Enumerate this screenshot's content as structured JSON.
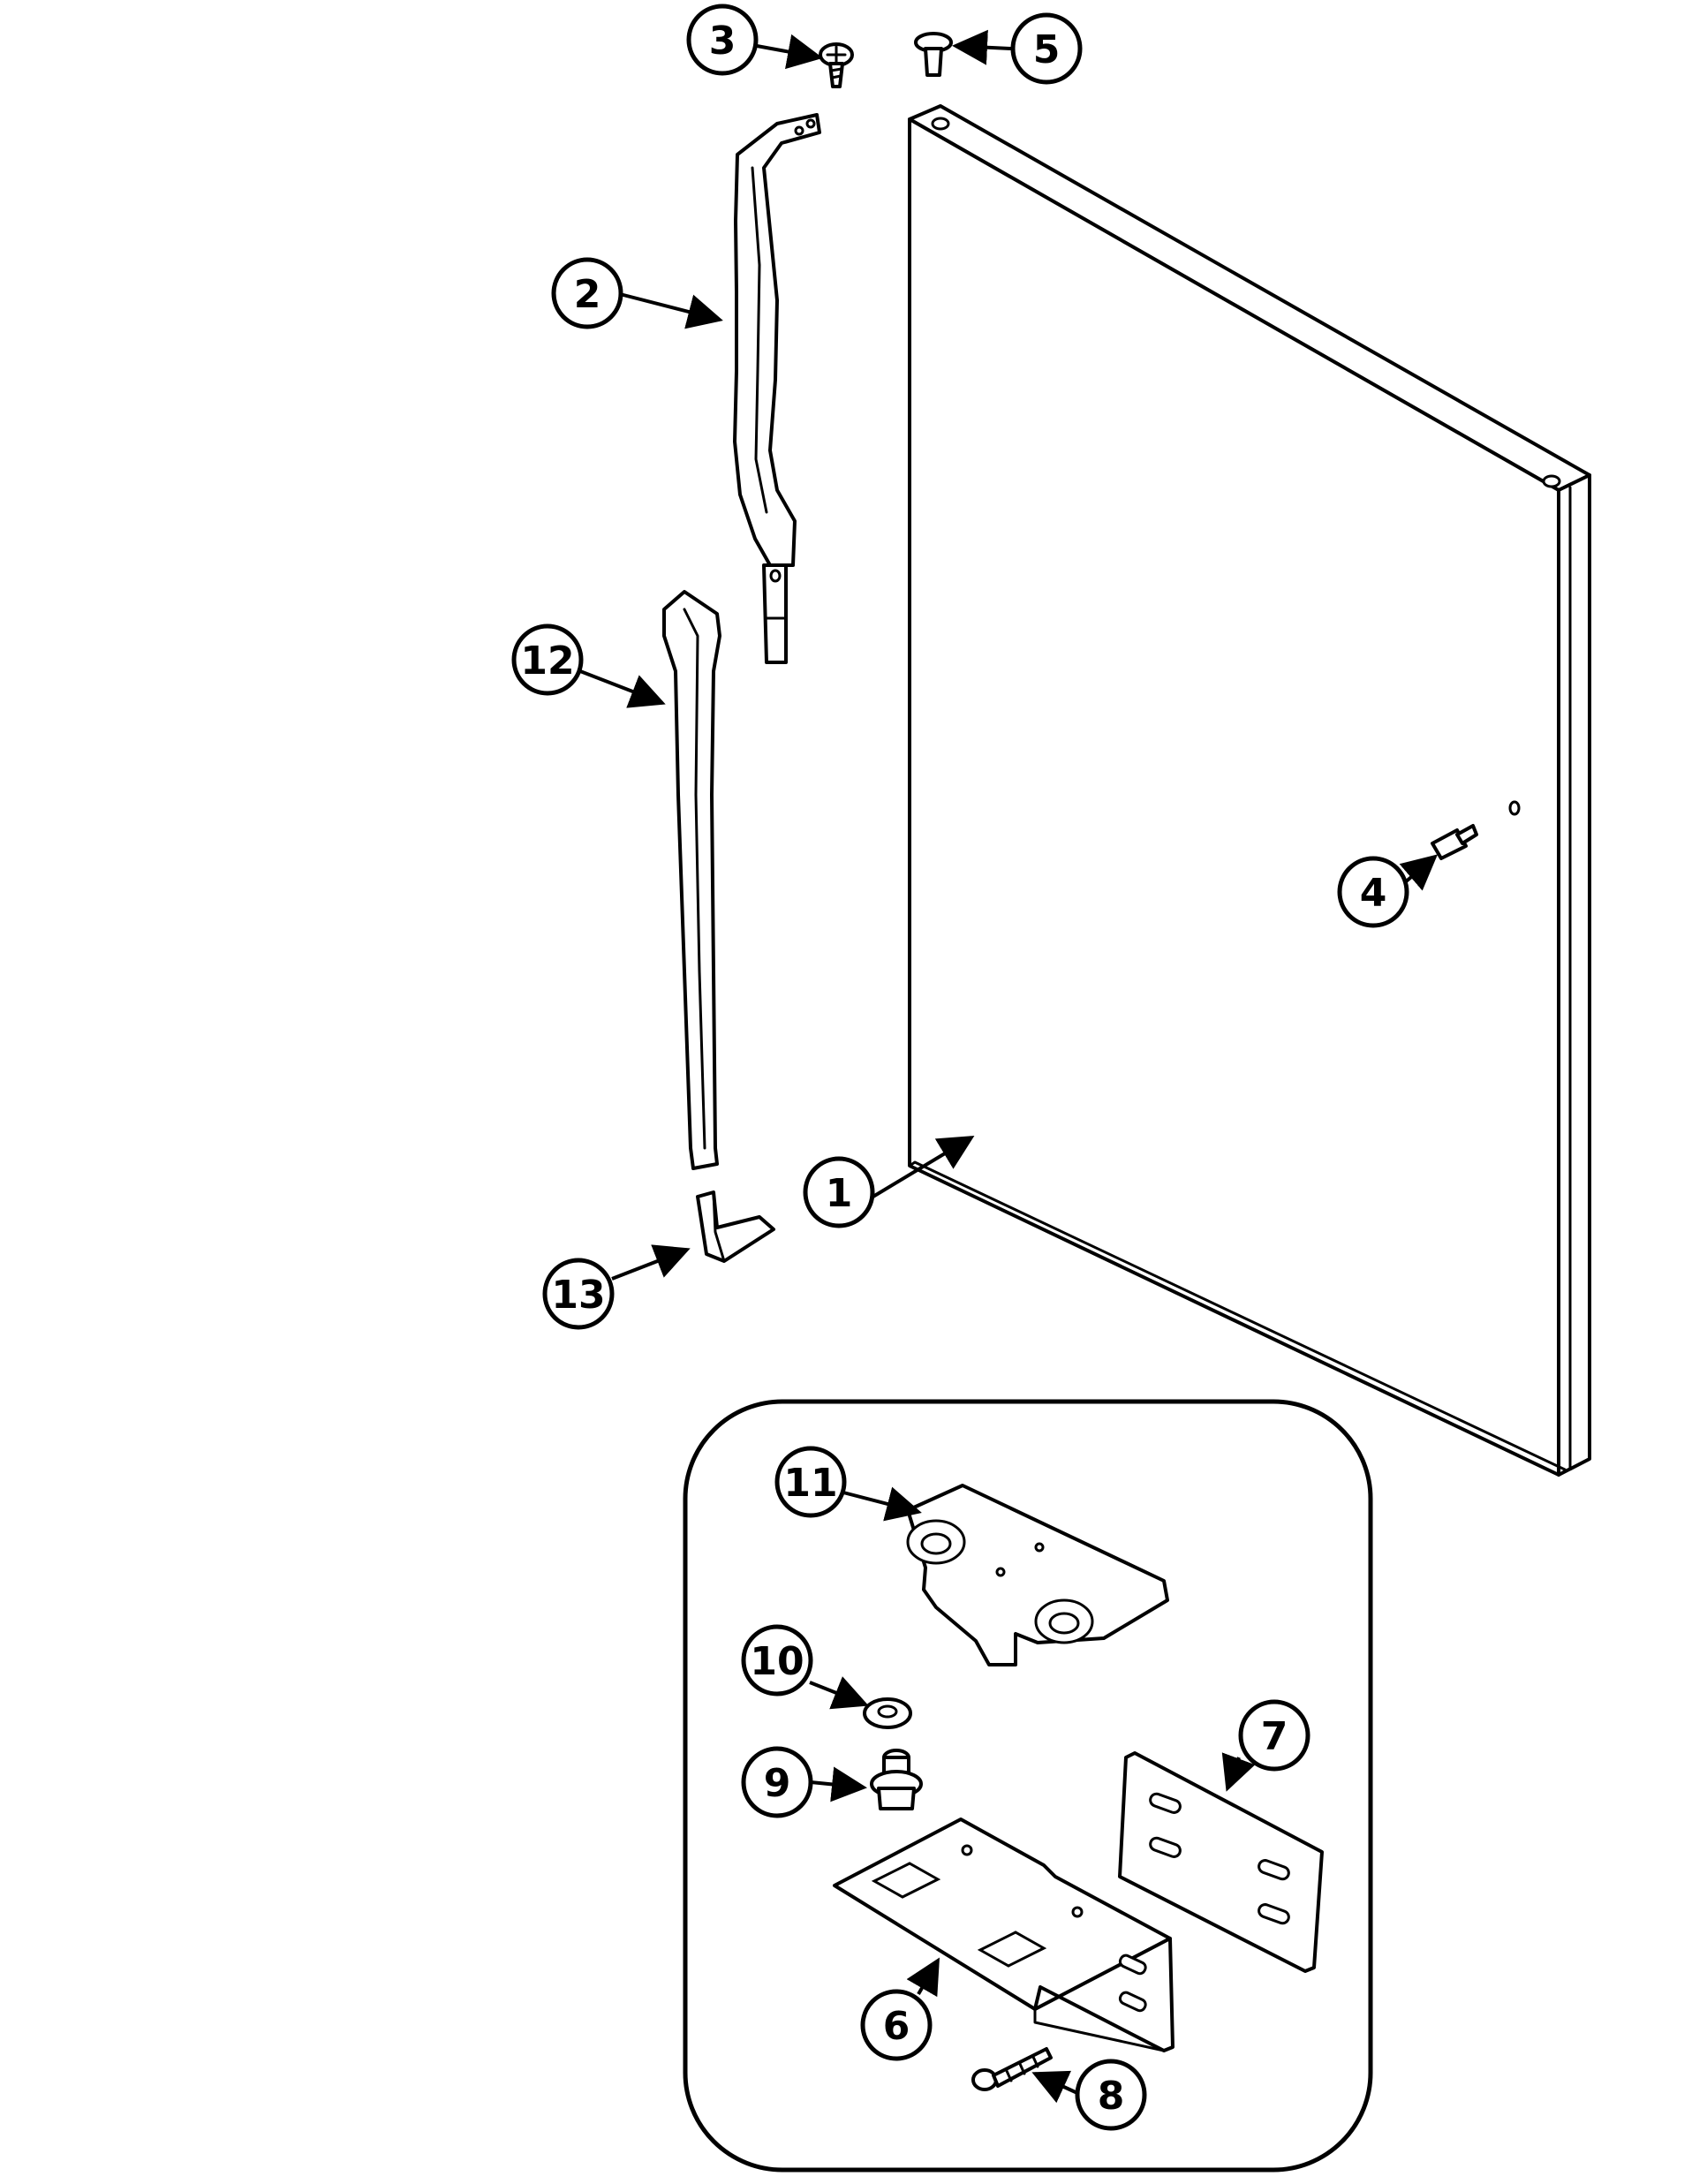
{
  "colors": {
    "ink": "#000000",
    "paper": "#ffffff"
  },
  "callouts": [
    {
      "id": "1",
      "label": "1"
    },
    {
      "id": "2",
      "label": "2"
    },
    {
      "id": "3",
      "label": "3"
    },
    {
      "id": "4",
      "label": "4"
    },
    {
      "id": "5",
      "label": "5"
    },
    {
      "id": "6",
      "label": "6"
    },
    {
      "id": "7",
      "label": "7"
    },
    {
      "id": "8",
      "label": "8"
    },
    {
      "id": "9",
      "label": "9"
    },
    {
      "id": "10",
      "label": "10"
    },
    {
      "id": "11",
      "label": "11"
    },
    {
      "id": "12",
      "label": "12"
    },
    {
      "id": "13",
      "label": "13"
    }
  ]
}
